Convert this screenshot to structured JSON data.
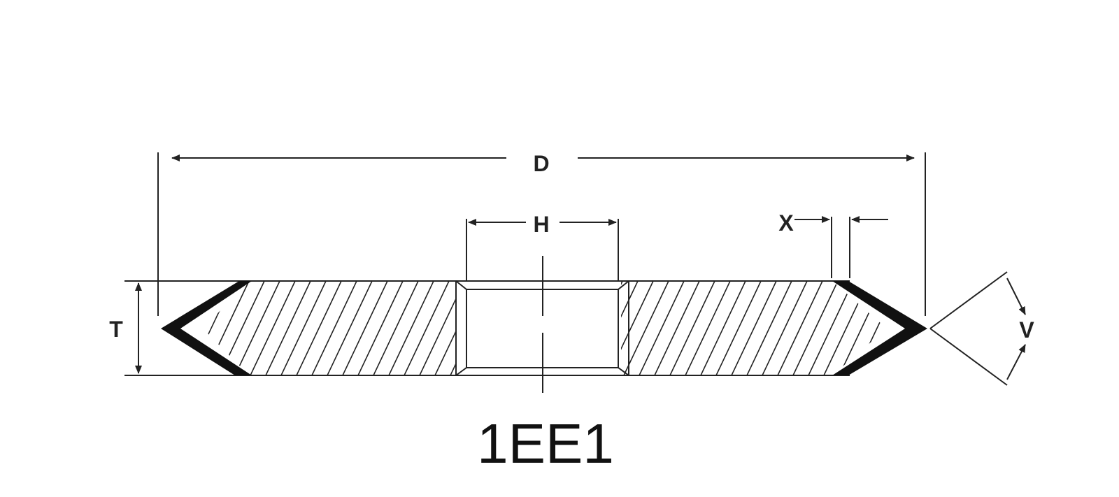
{
  "labels": {
    "outer_diameter": "D",
    "bore": "H",
    "rim_width": "X",
    "thickness": "T",
    "angle": "V"
  },
  "model": "1EE1",
  "colors": {
    "line": "#222222",
    "abrasive": "#111111",
    "background": "#ffffff"
  }
}
